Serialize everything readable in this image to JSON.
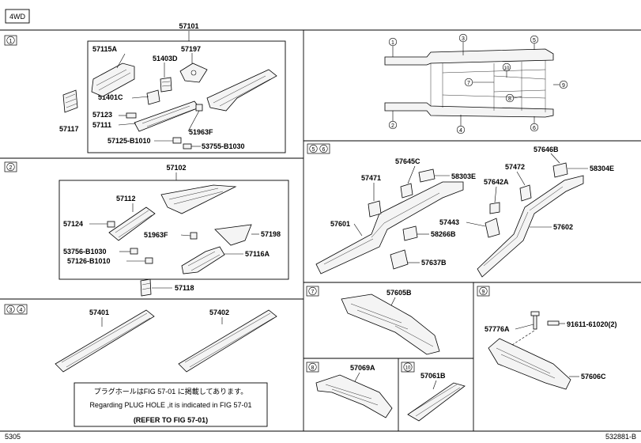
{
  "tag": "4WD",
  "sheet_left": "5305",
  "sheet_right": "532881-B",
  "markers": {
    "m1": "1",
    "m2": "2",
    "m3": "3",
    "m4": "4",
    "m5": "5",
    "m6": "6",
    "m7": "7",
    "m8": "8",
    "m9": "9",
    "m10": "10"
  },
  "parts": {
    "p57101": "57101",
    "p57115A": "57115A",
    "p57197": "57197",
    "p51403D": "51403D",
    "p51401C": "51401C",
    "p57123": "57123",
    "p57111": "57111",
    "p57117": "57117",
    "p51963F_a": "51963F",
    "p57125": "57125-B1010",
    "p53755": "53755-B1030",
    "p57102": "57102",
    "p57112": "57112",
    "p57124": "57124",
    "p51963F_b": "51963F",
    "p57198": "57198",
    "p53756": "53756-B1030",
    "p57126": "57126-B1010",
    "p57116A": "57116A",
    "p57118": "57118",
    "p57401": "57401",
    "p57402": "57402",
    "p57645C": "57645C",
    "p58303E": "58303E",
    "p57471": "57471",
    "p57601": "57601",
    "p58266B": "58266B",
    "p57637B": "57637B",
    "p57646B": "57646B",
    "p57472": "57472",
    "p58304E": "58304E",
    "p57642A": "57642A",
    "p57443": "57443",
    "p57602": "57602",
    "p57605B": "57605B",
    "p57069A": "57069A",
    "p57061B": "57061B",
    "p57776A": "57776A",
    "p91611": "91611-61020(2)",
    "p57606C": "57606C"
  },
  "note": {
    "line1": "プラグホールはFIG 57-01 に掲載してあります。",
    "line2": "Regarding PLUG HOLE ,it is indicated in FIG 57-01",
    "line3": "(REFER TO FIG 57-01)"
  }
}
